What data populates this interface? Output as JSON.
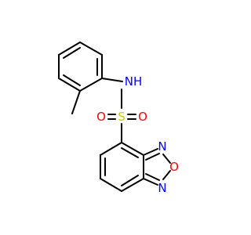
{
  "colors": {
    "background": "#ffffff",
    "bond": "#000000",
    "nitrogen": "#0000ff",
    "oxygen": "#ff0000",
    "sulfur": "#cccc00"
  },
  "atoms": {
    "nh": "NH",
    "s": "S",
    "o_left": "O",
    "o_right": "O",
    "n_upper": "N",
    "o_ring": "O",
    "n_lower": "N"
  }
}
